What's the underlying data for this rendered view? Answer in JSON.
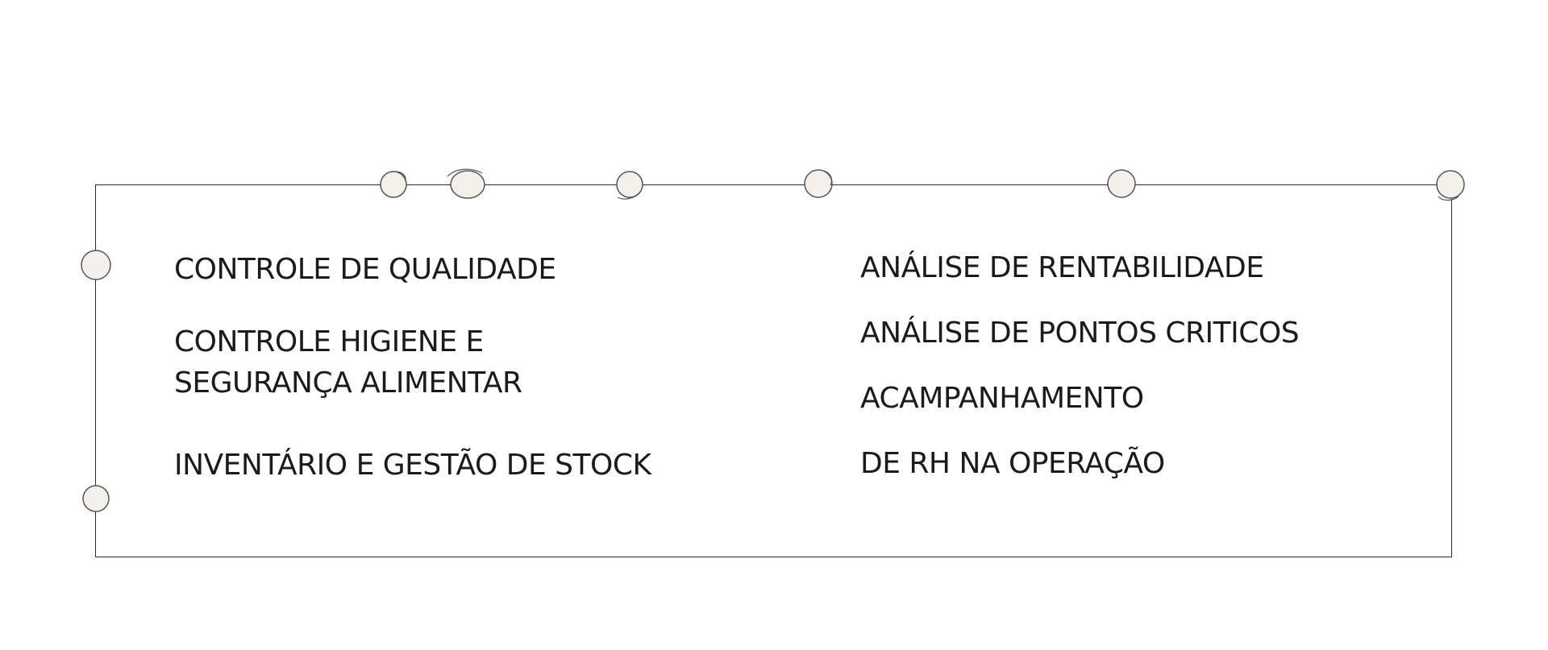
{
  "left_column": {
    "items": [
      {
        "text": "CONTROLE DE QUALIDADE"
      },
      {
        "line1": "CONTROLE HIGIENE E",
        "line2": "SEGURANÇA ALIMENTAR"
      },
      {
        "text": "INVENTÁRIO E GESTÃO DE STOCK"
      }
    ]
  },
  "right_column": {
    "items": [
      {
        "text": "ANÁLISE DE RENTABILIDADE"
      },
      {
        "text": "ANÁLISE DE PONTOS CRITICOS"
      },
      {
        "text": "ACAMPANHAMENTO"
      },
      {
        "text": "DE RH NA OPERAÇÃO"
      }
    ]
  },
  "colors": {
    "border": "#2b2b2b",
    "text": "#1b1b1b",
    "pin_fill": "#f4f1ec",
    "pin_stroke": "#555555"
  },
  "decorations": {
    "pin_icon": "circle-pin"
  }
}
